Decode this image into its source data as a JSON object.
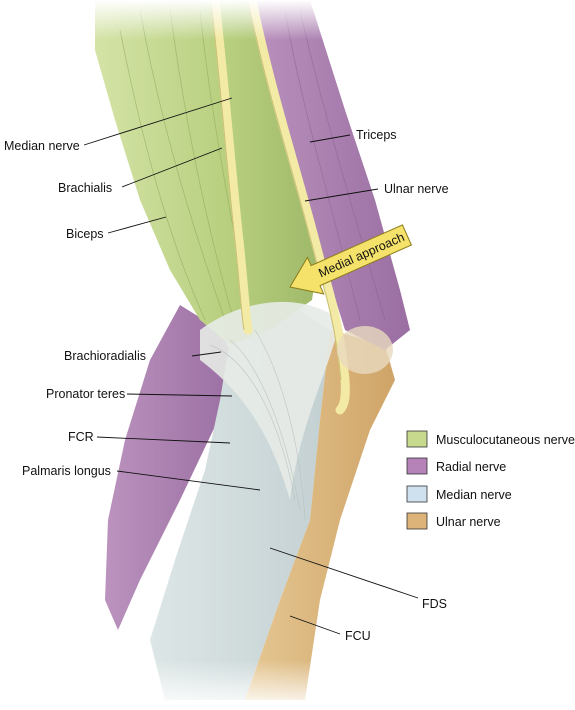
{
  "figure": {
    "labels": {
      "median_nerve": "Median nerve",
      "brachialis": "Brachialis",
      "biceps": "Biceps",
      "brachioradialis": "Brachioradialis",
      "pronator_teres": "Pronator teres",
      "fcr": "FCR",
      "palmaris_longus": "Palmaris longus",
      "triceps": "Triceps",
      "ulnar_nerve": "Ulnar nerve",
      "fds": "FDS",
      "fcu": "FCU"
    },
    "arrow": {
      "label": "Medial approach",
      "color": "#f5e26a"
    },
    "legend": [
      {
        "label": "Musculocutaneous nerve",
        "color": "#c6d98c"
      },
      {
        "label": "Radial nerve",
        "color": "#b583b8"
      },
      {
        "label": "Median nerve",
        "color": "#cfe1ee"
      },
      {
        "label": "Ulnar nerve",
        "color": "#ddb37a"
      }
    ],
    "colors": {
      "musculocutaneous": "#b7cf7e",
      "radial": "#a77aad",
      "median": "#cdd9dc",
      "ulnar": "#d9b27b",
      "nerve": "#f3eaa5",
      "tendon": "#e9ece8"
    }
  }
}
